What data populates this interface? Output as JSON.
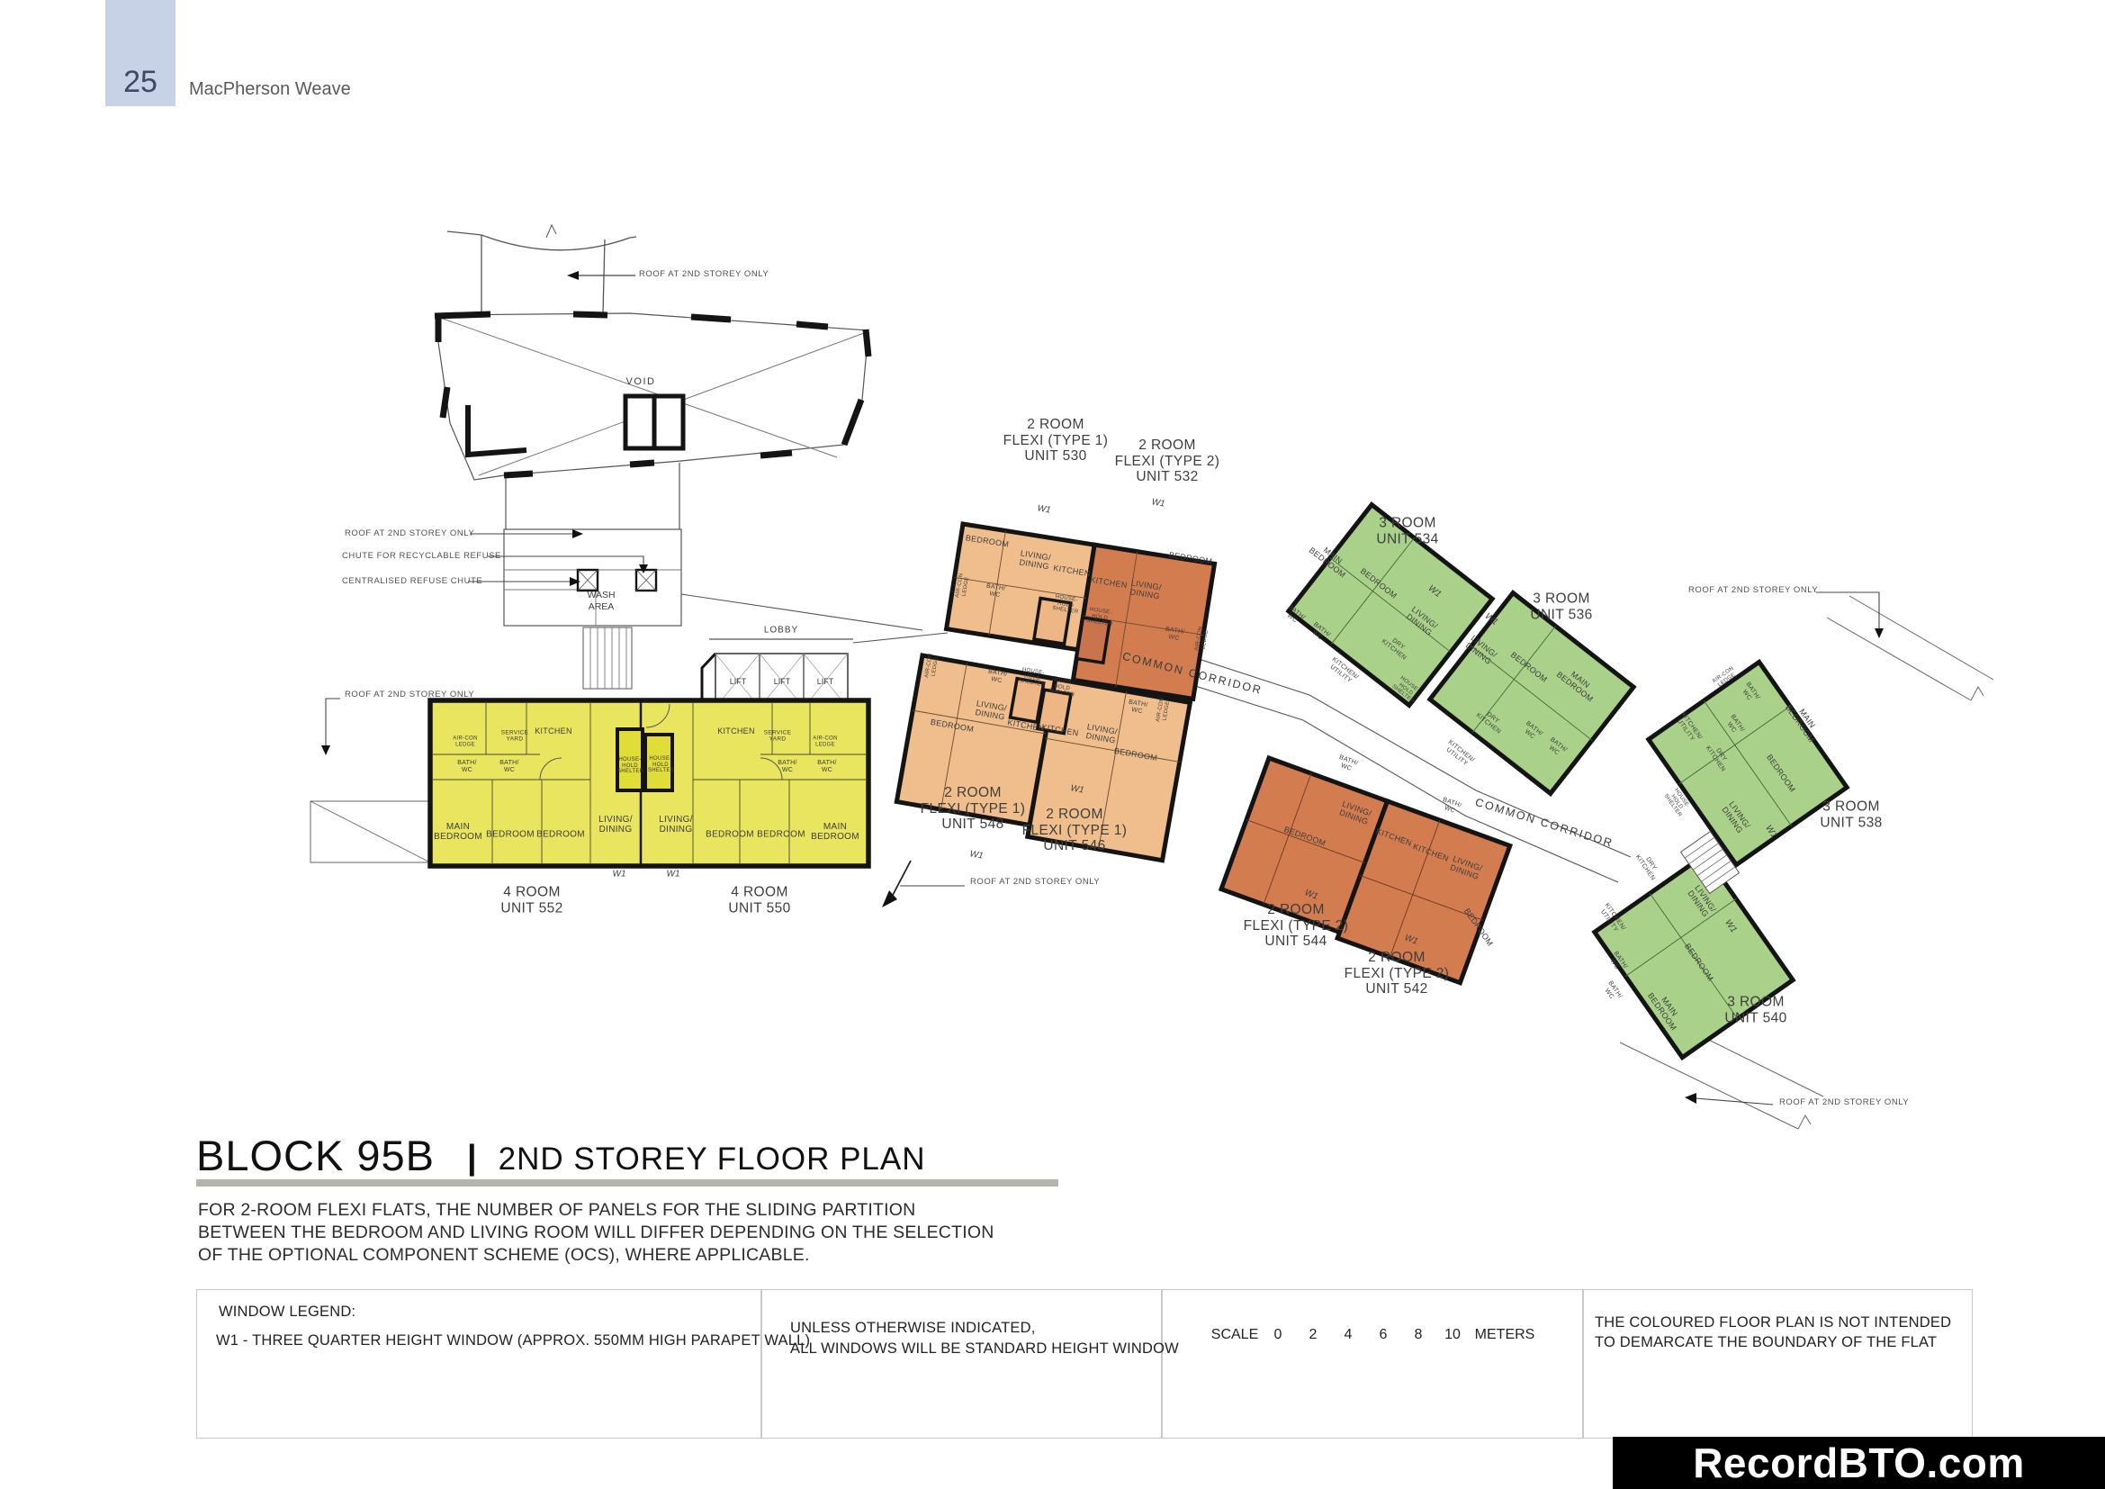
{
  "page_header": {
    "page_number": "25",
    "project_name": "MacPherson Weave"
  },
  "plan": {
    "roof_note": "ROOF AT 2ND STOREY ONLY",
    "chute_recyclable": "CHUTE FOR RECYCLABLE REFUSE",
    "chute_centralised": "CENTRALISED REFUSE CHUTE",
    "void_label": "VOID",
    "wash_area": "WASH AREA",
    "lobby": "LOBBY",
    "lift": "LIFT",
    "common_corridor": "COMMON CORRIDOR",
    "window_marker": "W1",
    "rooms": {
      "main_bedroom": "MAIN BEDROOM",
      "bedroom": "BEDROOM",
      "living_dining": "LIVING/ DINING",
      "kitchen": "KITCHEN",
      "bath_wc": "BATH/ WC",
      "service_yard": "SERVICE YARD",
      "aircon_ledge": "AIR-CON LEDGE",
      "household_shelter": "HOUSE- HOLD SHELTER",
      "dry_kitchen": "DRY KITCHEN",
      "kitchen_utility": "KITCHEN/ UTILITY"
    },
    "units": [
      {
        "unit": "530",
        "lines": [
          "2 ROOM",
          "FLEXI (TYPE 1)",
          "UNIT 530"
        ]
      },
      {
        "unit": "532",
        "lines": [
          "2 ROOM",
          "FLEXI (TYPE 2)",
          "UNIT 532"
        ]
      },
      {
        "unit": "534",
        "lines": [
          "3 ROOM",
          "UNIT 534"
        ]
      },
      {
        "unit": "536",
        "lines": [
          "3 ROOM",
          "UNIT 536"
        ]
      },
      {
        "unit": "538",
        "lines": [
          "3 ROOM",
          "UNIT 538"
        ]
      },
      {
        "unit": "540",
        "lines": [
          "3 ROOM",
          "UNIT 540"
        ]
      },
      {
        "unit": "542",
        "lines": [
          "2 ROOM",
          "FLEXI (TYPE 2)",
          "UNIT 542"
        ]
      },
      {
        "unit": "544",
        "lines": [
          "2 ROOM",
          "FLEXI (TYPE 2)",
          "UNIT 544"
        ]
      },
      {
        "unit": "546",
        "lines": [
          "2 ROOM",
          "FLEXI (TYPE 1)",
          "UNIT 546"
        ]
      },
      {
        "unit": "548",
        "lines": [
          "2 ROOM",
          "FLEXI (TYPE 1)",
          "UNIT 548"
        ]
      },
      {
        "unit": "550",
        "lines": [
          "4 ROOM",
          "UNIT 550"
        ]
      },
      {
        "unit": "552",
        "lines": [
          "4 ROOM",
          "UNIT 552"
        ]
      }
    ]
  },
  "title": {
    "block": "BLOCK 95B",
    "divider": "|",
    "storey": "2ND STOREY FLOOR PLAN"
  },
  "note_lines": [
    "FOR 2-ROOM FLEXI FLATS, THE NUMBER OF PANELS FOR THE SLIDING PARTITION",
    "BETWEEN THE BEDROOM AND LIVING ROOM WILL DIFFER DEPENDING ON THE SELECTION",
    "OF THE OPTIONAL COMPONENT SCHEME (OCS), WHERE APPLICABLE."
  ],
  "legend": {
    "window_legend_title": "WINDOW LEGEND:",
    "w1_definition": "W1 -  THREE QUARTER HEIGHT WINDOW (APPROX. 550MM HIGH PARAPET WALL)",
    "windows_note_lines": [
      "UNLESS OTHERWISE INDICATED,",
      "ALL WINDOWS WILL BE STANDARD HEIGHT WINDOW"
    ],
    "scale_label": "SCALE",
    "scale_ticks": [
      "0",
      "2",
      "4",
      "6",
      "8",
      "10"
    ],
    "scale_unit": "METERS",
    "disclaimer_lines": [
      "THE COLOURED FLOOR PLAN IS NOT INTENDED",
      "TO DEMARCATE THE BOUNDARY OF THE FLAT"
    ]
  },
  "watermark": "RecordBTO.com",
  "colors": {
    "four_room": "#e9e55e",
    "two_room_flexi_type1": "#f0bd8c",
    "two_room_flexi_type2": "#d27c50",
    "three_room": "#a9d189",
    "page_tab": "#c8d2e6",
    "walls": "#141414",
    "title_underline": "#b4b4ac",
    "watermark_bg": "#000000"
  }
}
